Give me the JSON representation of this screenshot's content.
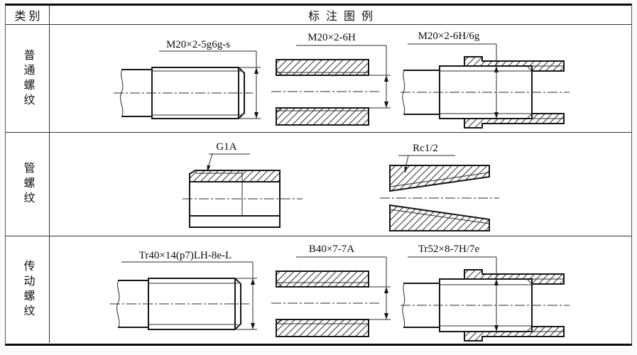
{
  "header": {
    "category": "类别",
    "legend": "标注图例"
  },
  "rows": [
    {
      "category": "普通螺纹",
      "labels": [
        "M20×2-5g6g-s",
        "M20×2-6H",
        "M20×2-6H/6g"
      ]
    },
    {
      "category": "管螺纹",
      "labels": [
        "G1A",
        "Rc1/2"
      ]
    },
    {
      "category": "传动螺纹",
      "labels": [
        "Tr40×14(p7)LH-8e-L",
        "B40×7-7A",
        "Tr52×8-7H/7e"
      ]
    }
  ]
}
